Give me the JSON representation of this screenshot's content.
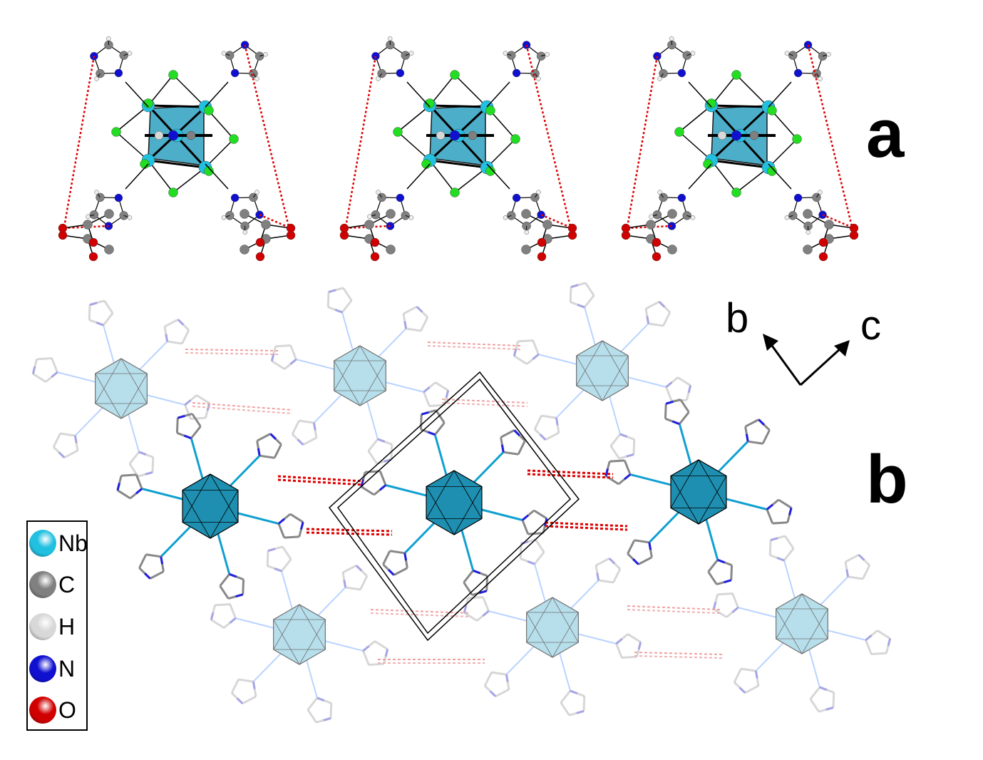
{
  "panels": {
    "a": "a",
    "b": "b"
  },
  "axes": {
    "b": "b",
    "c": "c"
  },
  "legend": [
    {
      "label": "Nb",
      "color": "#22c0e0"
    },
    {
      "label": "C",
      "color": "#808080"
    },
    {
      "label": "H",
      "color": "#d8d8d8"
    },
    {
      "label": "N",
      "color": "#1010d0"
    },
    {
      "label": "O",
      "color": "#d00000"
    }
  ],
  "colors": {
    "cl": "#22dd22",
    "nb_poly": "#3aa6c4",
    "hbond": "#dd0000",
    "bond": "#000000"
  }
}
